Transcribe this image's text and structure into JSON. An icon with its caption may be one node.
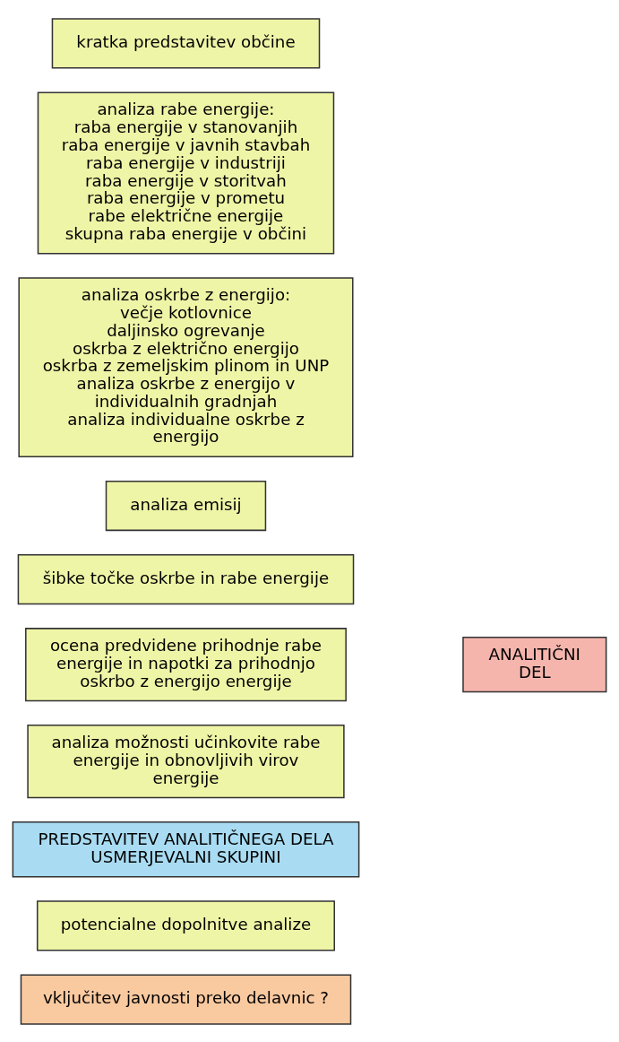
{
  "diagram": {
    "nodes": [
      {
        "text": [
          "kratka predstavitev občine"
        ]
      },
      {
        "text": [
          "analiza rabe energije:",
          "raba energije v stanovanjih",
          "raba energije v javnih stavbah",
          "raba energije v industriji",
          "raba energije v storitvah",
          "raba energije v prometu",
          "rabe električne energije",
          "skupna raba energije v občini"
        ]
      },
      {
        "text": [
          "analiza oskrbe z energijo:",
          "večje kotlovnice",
          "daljinsko ogrevanje",
          "oskrba z električno energijo",
          "oskrba z zemeljskim plinom in UNP",
          "analiza oskrbe z energijo v individualnih gradnjah",
          "analiza individualne oskrbe z energijo"
        ]
      },
      {
        "text": [
          "analiza emisij"
        ]
      },
      {
        "text": [
          "šibke točke oskrbe in rabe energije"
        ]
      },
      {
        "text": [
          "ocena predvidene prihodnje rabe energije in napotki za prihodnjo oskrbo z energijo energije"
        ]
      },
      {
        "text": [
          "analiza možnosti učinkovite rabe energije in obnovljivih virov energije"
        ]
      },
      {
        "text": [
          "PREDSTAVITEV ANALITIČNEGA DELA USMERJEVALNI SKUPINI"
        ]
      },
      {
        "text": [
          "potencialne dopolnitve analize"
        ]
      },
      {
        "text": [
          "vključitev javnosti preko delavnic ?"
        ]
      },
      {
        "text": [
          "ANALITIČNI DEL"
        ]
      }
    ],
    "edges": []
  }
}
